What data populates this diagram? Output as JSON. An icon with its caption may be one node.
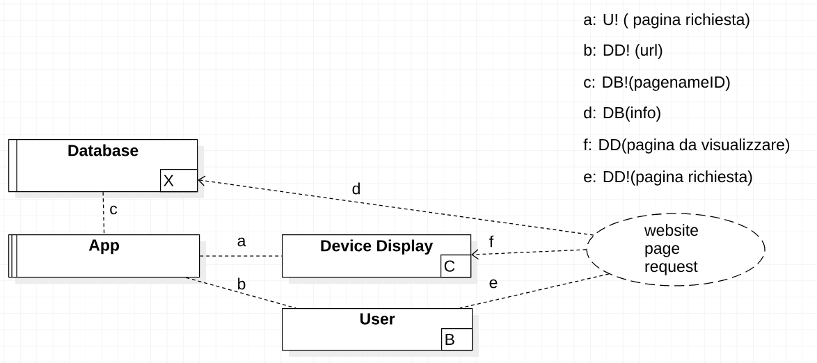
{
  "diagram": {
    "nodes": [
      {
        "text": [
          "Database"
        ]
      },
      {
        "text": [
          "X"
        ],
        "in": 0
      },
      {
        "text": [
          "App"
        ]
      },
      {
        "text": [
          "Device Display"
        ]
      },
      {
        "text": [
          "C"
        ],
        "in": 3
      },
      {
        "text": [
          "User"
        ]
      },
      {
        "text": [
          "B"
        ],
        "in": 5
      },
      {
        "text": [
          "website page request"
        ]
      }
    ],
    "edges": [
      {
        "from": 0,
        "to": 2,
        "arrow": "none",
        "label": "c",
        "style": "dashed"
      },
      {
        "from": 2,
        "to": 3,
        "arrow": "none",
        "label": "a",
        "style": "dashed"
      },
      {
        "from": 2,
        "to": 5,
        "arrow": "none",
        "label": "b",
        "style": "dashed"
      },
      {
        "from": 7,
        "to": 0,
        "arrow": "to",
        "label": "d",
        "style": "dashed"
      },
      {
        "from": 7,
        "to": 3,
        "arrow": "to",
        "label": "f",
        "style": "dashed"
      },
      {
        "from": 7,
        "to": 5,
        "arrow": "none",
        "label": "e",
        "style": "dashed"
      }
    ],
    "labels": [
      "a: U! ( pagina richiesta)",
      "b: DD! (url)",
      "c: DB!(pagenameID)",
      "d: DB(info)",
      "f: DD(pagina da visualizzare)",
      "e: DD!(pagina richiesta)"
    ]
  }
}
